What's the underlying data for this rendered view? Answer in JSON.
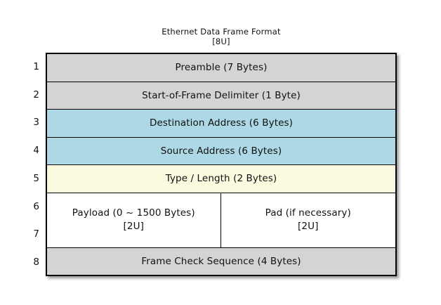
{
  "title": {
    "line1": "Ethernet Data Frame Format",
    "line2": "[8U]"
  },
  "row_numbers": [
    "1",
    "2",
    "3",
    "4",
    "5",
    "6",
    "7",
    "8"
  ],
  "rows": [
    {
      "label": "Preamble (7 Bytes)"
    },
    {
      "label": "Start-of-Frame Delimiter (1 Byte)"
    },
    {
      "label": "Destination Address (6 Bytes)"
    },
    {
      "label": "Source Address (6 Bytes)"
    },
    {
      "label": "Type / Length (2 Bytes)"
    },
    {
      "cells": [
        {
          "label": "Payload (0 ~ 1500 Bytes)",
          "sub": "[2U]"
        },
        {
          "label": "Pad (if necessary)",
          "sub": "[2U]"
        }
      ]
    },
    {
      "label": "Frame Check Sequence (4 Bytes)"
    }
  ],
  "colors": {
    "preamble_sfd_fcs_gray": "#d4d4d4",
    "address_blue": "#add8e6",
    "type_length_yellow": "#fdfbdf",
    "payload_white": "#ffffff",
    "border": "#000000",
    "text": "#111111"
  }
}
